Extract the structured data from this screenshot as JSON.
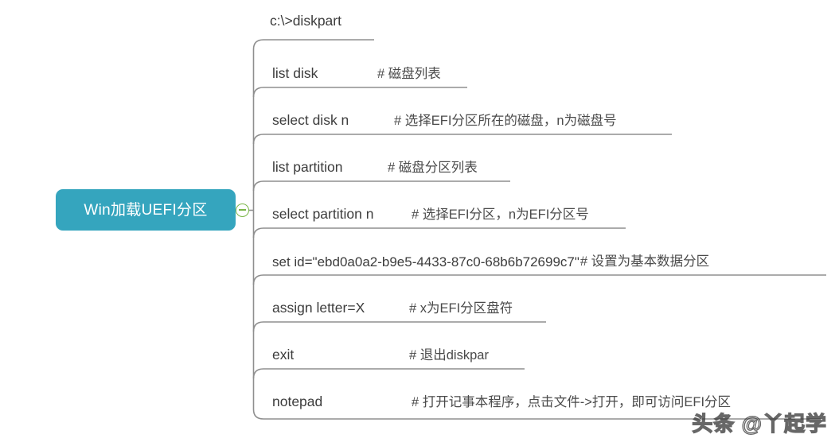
{
  "diagram": {
    "type": "mindmap",
    "title": "Win加载UEFI分区",
    "root": {
      "label": "Win加载UEFI分区",
      "fill": "#35a5be",
      "text_color": "#ffffff"
    },
    "toggle": {
      "name": "collapse-toggle",
      "icon": "minus-circle-icon",
      "state": "expanded",
      "color": "#7ab648"
    },
    "header_item": {
      "text": "c:\\>diskpart"
    },
    "branch_line_color": "#9a9a9a",
    "branches": [
      {
        "command": "list disk",
        "comment": "# 磁盘列表",
        "underline_width": 268
      },
      {
        "command": "select disk n",
        "comment": "# 选择EFI分区所在的磁盘，n为磁盘号",
        "underline_width": 525
      },
      {
        "command": "list partition",
        "comment": "# 磁盘分区列表",
        "underline_width": 322
      },
      {
        "command": "select partition n",
        "comment": "# 选择EFI分区，n为EFI分区号",
        "underline_width": 467
      },
      {
        "command": "set id=\"ebd0a0a2-b9e5-4433-87c0-68b6b72699c7\"",
        "comment": "# 设置为基本数据分区",
        "underline_width": 707
      },
      {
        "command": "assign letter=X",
        "comment": "# x为EFI分区盘符",
        "underline_width": 367
      },
      {
        "command": "exit",
        "comment": "# 退出diskpar",
        "underline_width": 340
      },
      {
        "command": "notepad",
        "comment": "# 打开记事本程序，点击文件->打开，即可访问EFI分区",
        "underline_width": 700
      }
    ]
  },
  "watermark": {
    "text": "头条 @丫起学"
  }
}
